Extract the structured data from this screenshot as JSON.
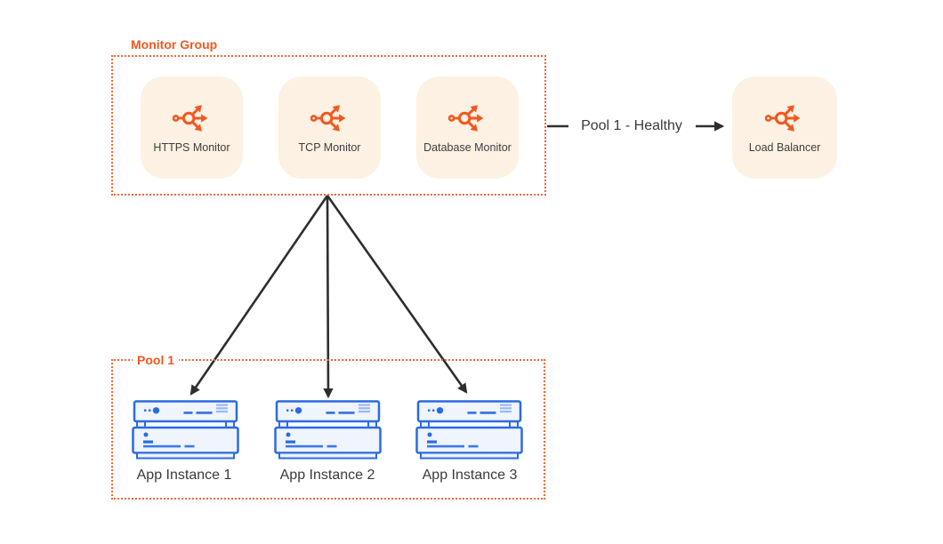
{
  "groups": {
    "monitor_group": {
      "label": "Monitor Group"
    },
    "pool": {
      "label": "Pool 1"
    }
  },
  "nodes": {
    "https_monitor": {
      "label": "HTTPS Monitor",
      "icon": "load-balancer-icon"
    },
    "tcp_monitor": {
      "label": "TCP Monitor",
      "icon": "load-balancer-icon"
    },
    "database_monitor": {
      "label": "Database Monitor",
      "icon": "load-balancer-icon"
    },
    "load_balancer": {
      "label": "Load Balancer",
      "icon": "load-balancer-icon"
    },
    "app_instance_1": {
      "label": "App Instance 1",
      "icon": "server-icon"
    },
    "app_instance_2": {
      "label": "App Instance 2",
      "icon": "server-icon"
    },
    "app_instance_3": {
      "label": "App Instance 3",
      "icon": "server-icon"
    }
  },
  "edges": {
    "pool_health": {
      "label": "Pool 1 - Healthy",
      "from": "Monitor Group",
      "to": "Load Balancer"
    },
    "fanout": {
      "from": "Monitor Group",
      "to": [
        "App Instance 1",
        "App Instance 2",
        "App Instance 3"
      ]
    }
  },
  "colors": {
    "accent_orange": "#F2571F",
    "group_border_orange": "#F0663A",
    "card_fill": "#FCF1E3",
    "server_blue": "#2B6BE2",
    "server_fill": "#EFF4FD",
    "server_detail_medium": "#3B78E8",
    "server_detail_light": "#9ABAF3",
    "arrow_dark": "#2E2E2E",
    "text_dark": "#3A3A3A"
  }
}
